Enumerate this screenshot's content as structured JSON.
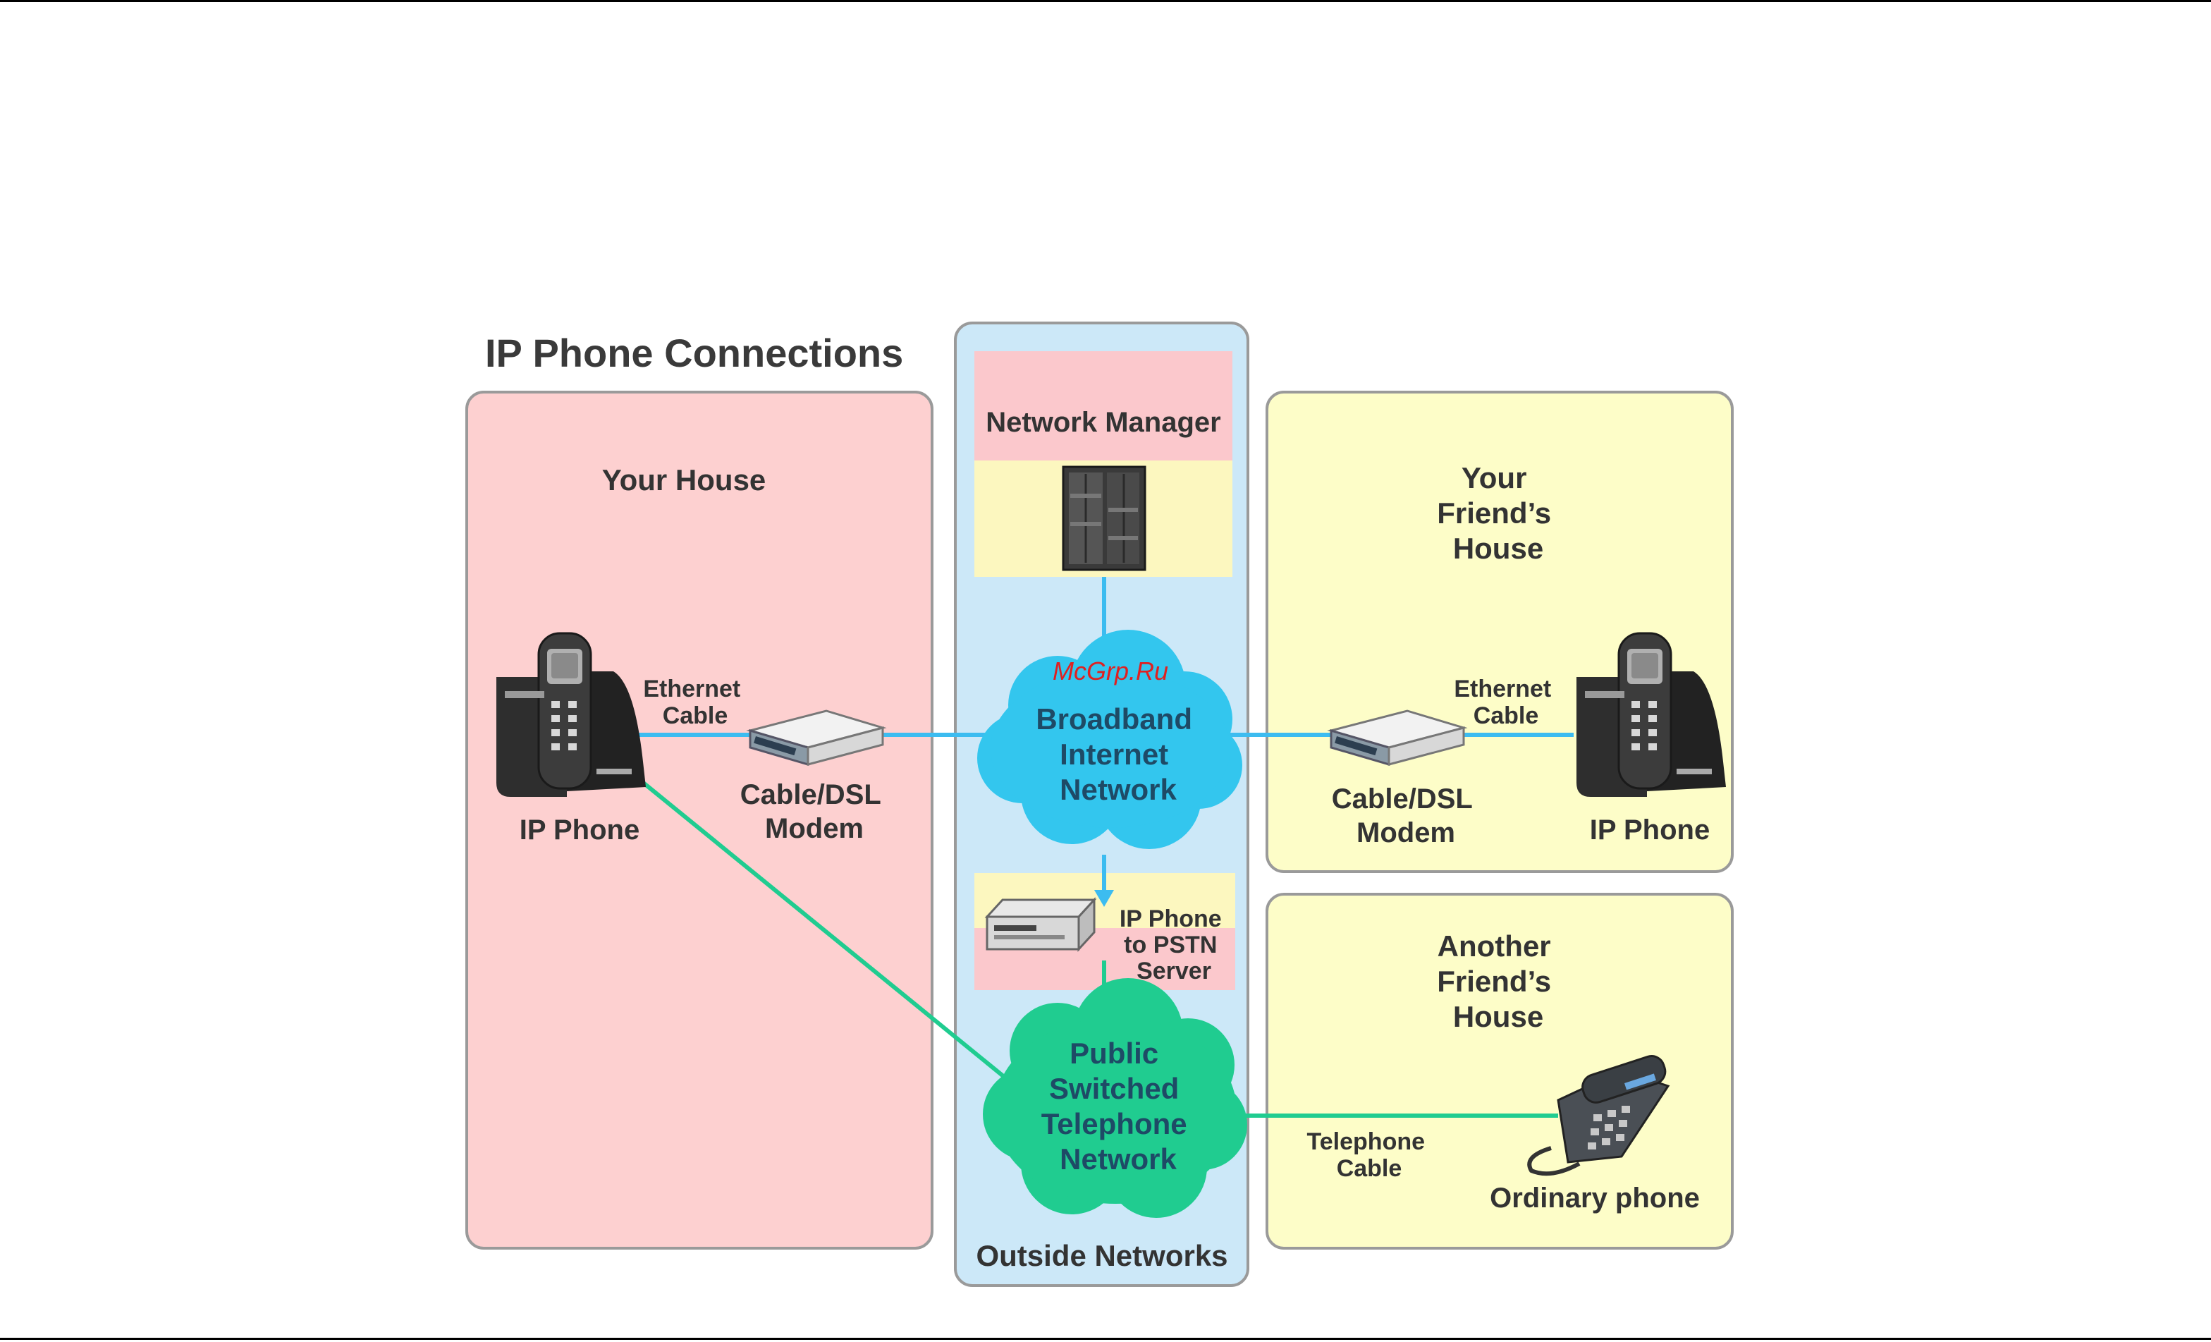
{
  "title": "IP Phone Connections",
  "regions": {
    "your_house": "Your House",
    "outside_networks": "Outside Networks",
    "friends_house": [
      "Your",
      "Friend’s",
      "House"
    ],
    "another_friends_house": [
      "Another",
      "Friend’s",
      "House"
    ]
  },
  "nodes": {
    "network_manager": "Network Manager",
    "broadband": [
      "Broadband",
      "Internet",
      "Network"
    ],
    "pstn_server": [
      "IP Phone",
      "to PSTN",
      "Server"
    ],
    "pstn": [
      "Public",
      "Switched",
      "Telephone",
      "Network"
    ],
    "ip_phone_left": "IP Phone",
    "ip_phone_right": "IP Phone",
    "modem_left": [
      "Cable/DSL",
      "Modem"
    ],
    "modem_right": [
      "Cable/DSL",
      "Modem"
    ],
    "ordinary_phone": "Ordinary phone"
  },
  "edges": {
    "ethernet_left": [
      "Ethernet",
      "Cable"
    ],
    "ethernet_right": [
      "Ethernet",
      "Cable"
    ],
    "telephone_cable": [
      "Telephone",
      "Cable"
    ]
  },
  "watermark": "McGrp.Ru",
  "colors": {
    "your_house_fill": "#fdd0d0",
    "outside_fill": "#cce8f8",
    "friend_fill": "#fdfdc8",
    "pink_panel": "#fbc8cc",
    "yellow_panel": "#fcf7bf",
    "internet_cloud": "#33c6ee",
    "pstn_cloud": "#20cc90",
    "ethernet_line": "#3cbcf0",
    "telephone_line": "#20cc90",
    "watermark": "#e02020"
  }
}
